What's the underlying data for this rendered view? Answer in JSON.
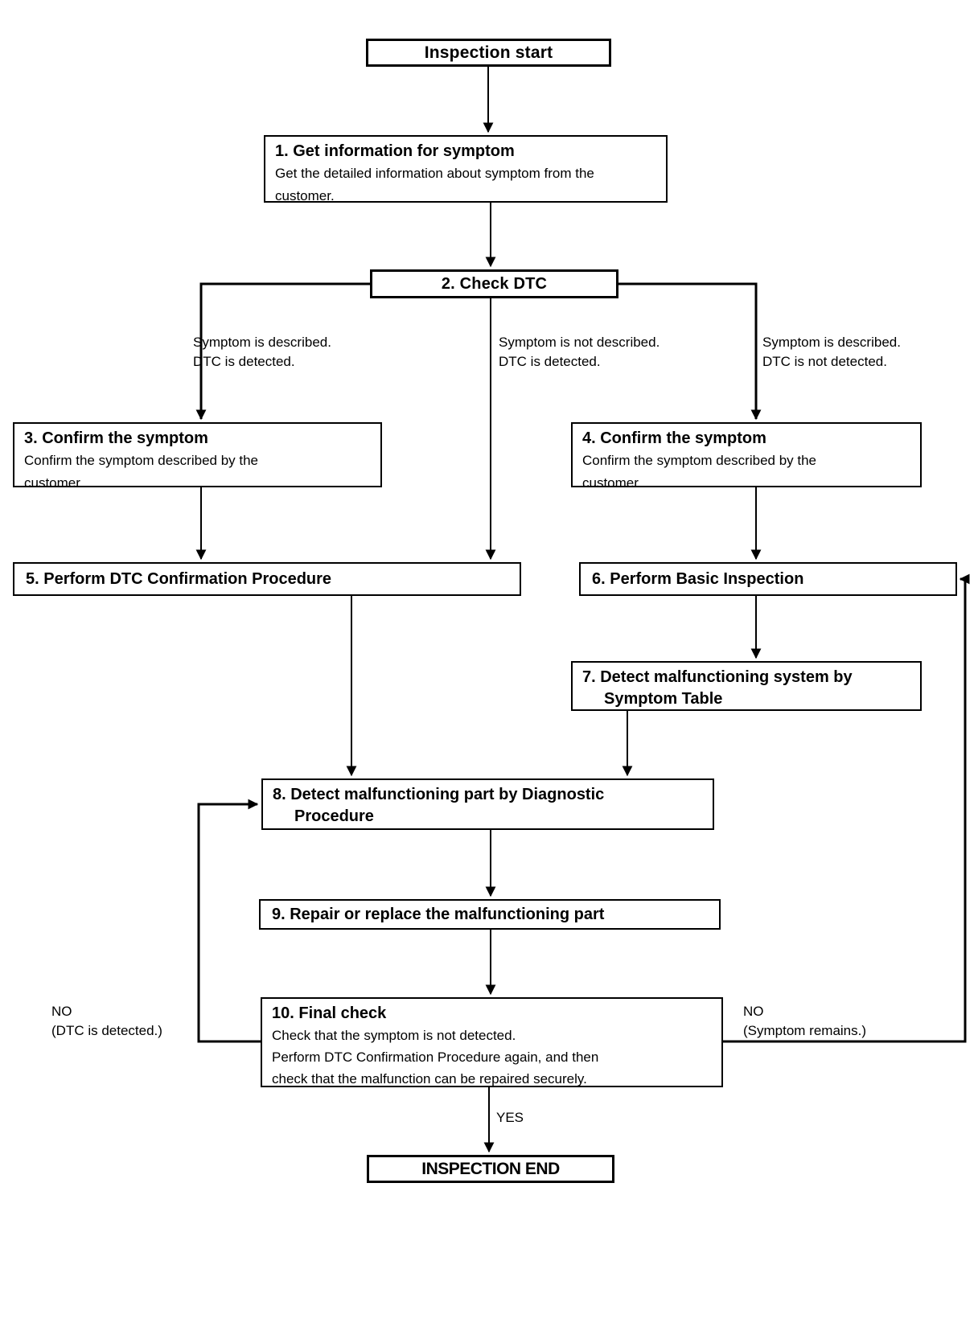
{
  "nodes": {
    "start": {
      "label": "Inspection start"
    },
    "step1": {
      "title": "1. Get information for symptom",
      "body_line1": "Get the detailed information about symptom from the",
      "body_line2": "customer."
    },
    "step2": {
      "title": "2. Check DTC"
    },
    "step3": {
      "title": "3. Confirm the symptom",
      "body_line1": "Confirm the symptom described by the",
      "body_line2": "customer."
    },
    "step4": {
      "title": "4. Confirm the symptom",
      "body_line1": "Confirm the symptom described by the",
      "body_line2": "customer."
    },
    "step5": {
      "title": "5. Perform DTC Confirmation Procedure"
    },
    "step6": {
      "title": "6. Perform Basic Inspection"
    },
    "step7": {
      "title_line1": "7. Detect malfunctioning system by",
      "title_line2": "Symptom Table"
    },
    "step8": {
      "title_line1": "8. Detect malfunctioning part by Diagnostic",
      "title_line2": "Procedure"
    },
    "step9": {
      "title": "9. Repair or replace the malfunctioning part"
    },
    "step10": {
      "title": "10. Final check",
      "body_line1": "Check that the symptom is not detected.",
      "body_line2": "Perform DTC Confirmation Procedure again, and then",
      "body_line3": "check that the malfunction can be repaired securely."
    },
    "end": {
      "label": "INSPECTION END"
    }
  },
  "branch_labels": {
    "left": {
      "line1": "Symptom is described.",
      "line2": "DTC is detected."
    },
    "middle": {
      "line1": "Symptom is not described.",
      "line2": "DTC is detected."
    },
    "right": {
      "line1": "Symptom is described.",
      "line2": "DTC is not detected."
    }
  },
  "edge_labels": {
    "yes": "YES",
    "no_left": {
      "line1": "NO",
      "line2": "(DTC is detected.)"
    },
    "no_right": {
      "line1": "NO",
      "line2": "(Symptom remains.)"
    }
  },
  "colors": {
    "line": "#000000",
    "text": "#000000",
    "background": "#ffffff"
  }
}
